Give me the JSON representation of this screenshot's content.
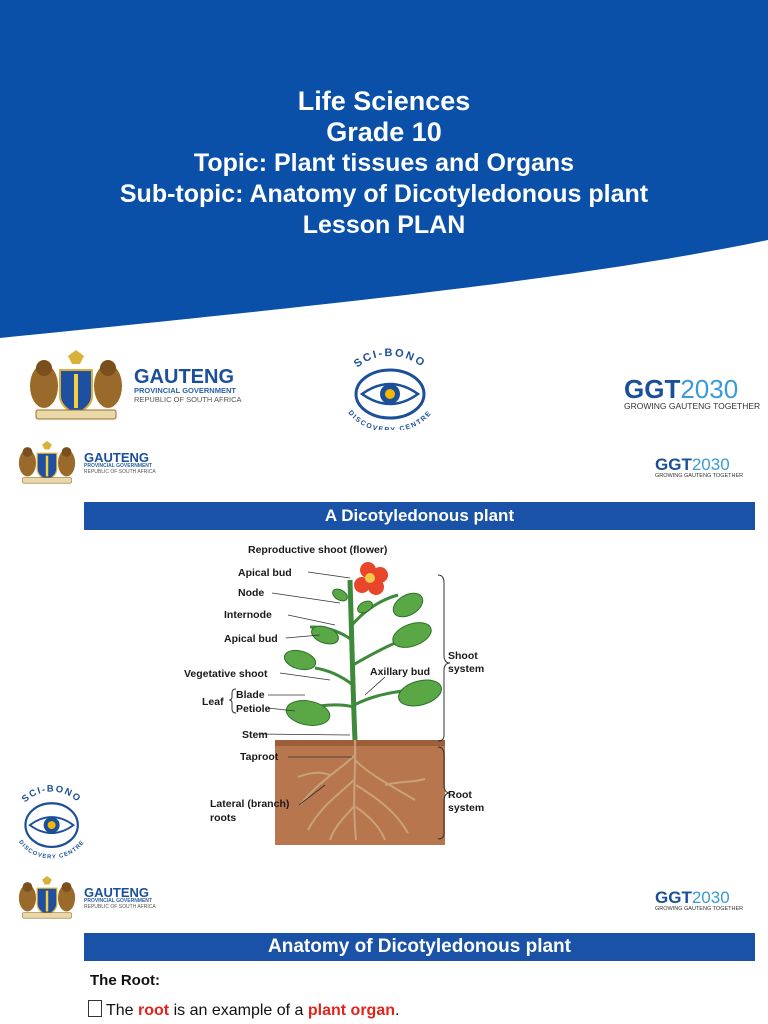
{
  "title": {
    "line1": "Life Sciences",
    "line2": "Grade 10",
    "line3": "Topic: Plant tissues and Organs",
    "line4": "Sub-topic: Anatomy of Dicotyledonous plant",
    "line5": "Lesson PLAN"
  },
  "logos": {
    "gauteng_name": "GAUTENG",
    "gauteng_sub1": "PROVINCIAL GOVERNMENT",
    "gauteng_sub2": "REPUBLIC OF SOUTH AFRICA",
    "scibono_top": "SCI-BONO",
    "scibono_bottom": "DISCOVERY CENTRE",
    "ggt_prefix": "GGT",
    "ggt_year": "2030",
    "ggt_sub": "GROWING GAUTENG TOGETHER"
  },
  "slide2": {
    "heading": "A Dicotyledonous plant",
    "labels": {
      "reproductive_shoot": "Reproductive shoot (flower)",
      "apical_bud_top": "Apical bud",
      "node": "Node",
      "internode": "Internode",
      "apical_bud_lower": "Apical bud",
      "vegetative_shoot": "Vegetative shoot",
      "leaf": "Leaf",
      "blade": "Blade",
      "petiole": "Petiole",
      "axillary_bud": "Axillary bud",
      "stem": "Stem",
      "taproot": "Taproot",
      "lateral_roots_1": "Lateral (branch)",
      "lateral_roots_2": "roots",
      "shoot_system_1": "Shoot",
      "shoot_system_2": "system",
      "root_system_1": "Root",
      "root_system_2": "system"
    }
  },
  "slide3": {
    "heading": "Anatomy of Dicotyledonous plant",
    "subheading": "The Root:",
    "bullet_glyph": "",
    "sentence_prefix": "The ",
    "sentence_word1": "root",
    "sentence_mid": " is an example of a ",
    "sentence_word2": "plant organ",
    "sentence_end": "."
  },
  "colors": {
    "banner_blue": "#0a50a8",
    "bar_blue": "#1952a6",
    "accent_red": "#e2231a"
  }
}
